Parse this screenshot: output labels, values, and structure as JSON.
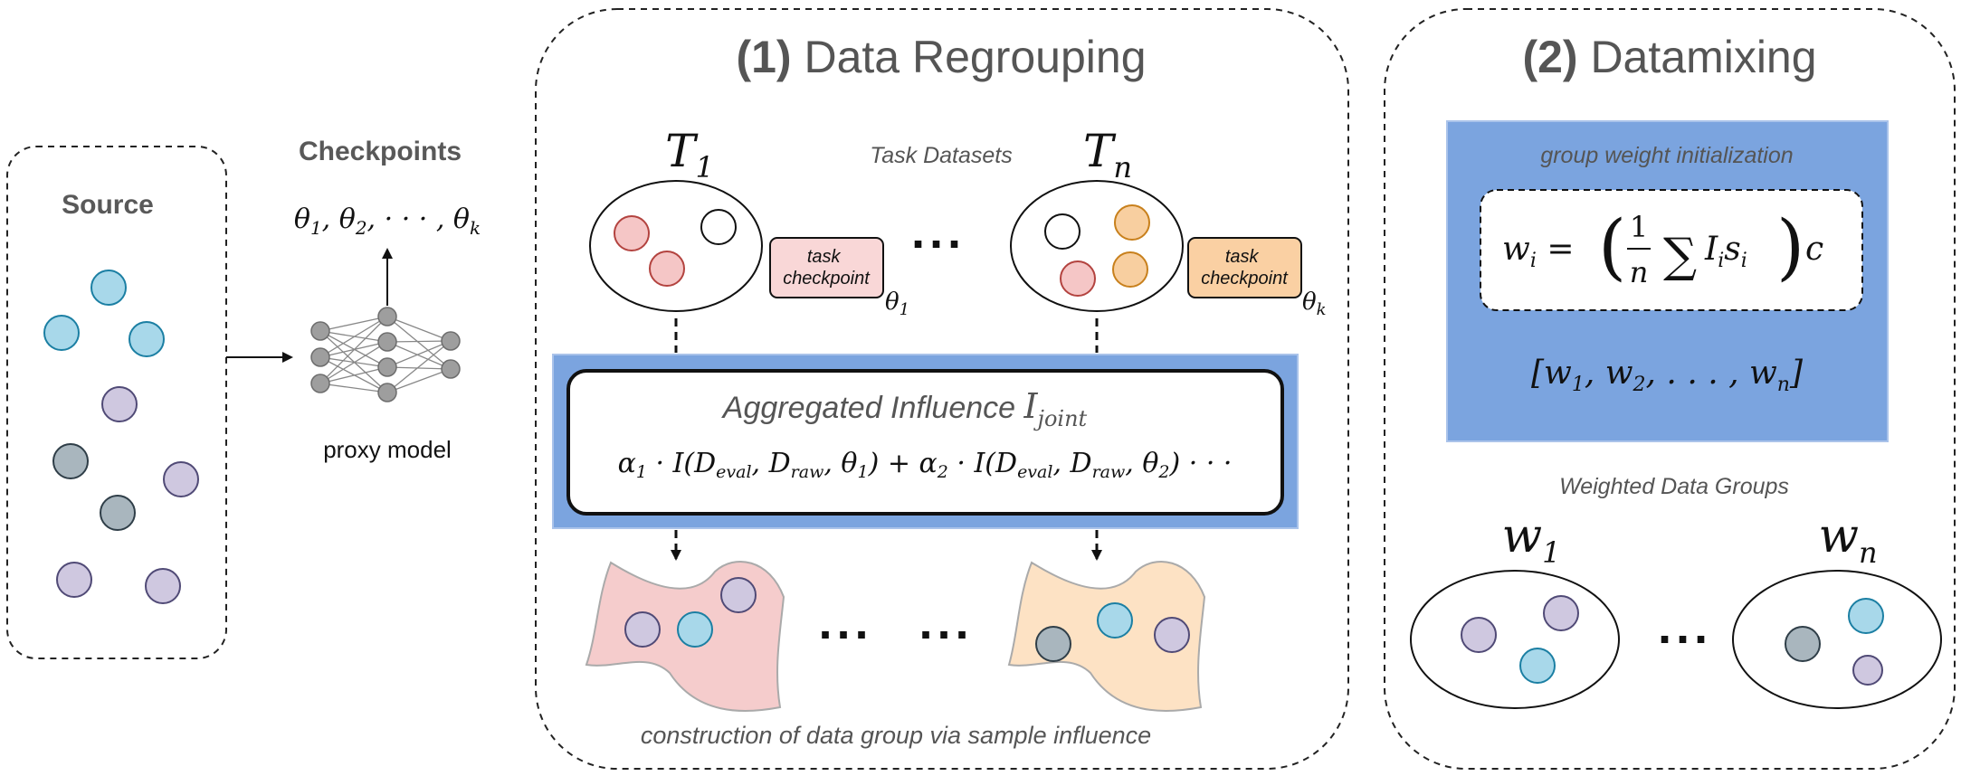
{
  "source": {
    "label": "Source",
    "points_colors": [
      "blue",
      "blue",
      "blue",
      "purple",
      "gray",
      "purple",
      "gray",
      "purple",
      "purple"
    ]
  },
  "checkpoints": {
    "label": "Checkpoints",
    "thetas_prefix": "θ",
    "thetas_items": [
      "θ1",
      "θ2",
      "θk"
    ],
    "proxy_label": "proxy model"
  },
  "regrouping": {
    "number": "(1)",
    "title": "Data Regrouping",
    "task_datasets_label": "Task Datasets",
    "task_first": {
      "symbol": "T",
      "subscript": "1",
      "checkpoint_label_line1": "task",
      "checkpoint_label_line2": "checkpoint",
      "theta": "θ",
      "theta_sub": "1"
    },
    "task_last": {
      "symbol": "T",
      "subscript": "n",
      "checkpoint_label_line1": "task",
      "checkpoint_label_line2": "checkpoint",
      "theta": "θ",
      "theta_sub": "k"
    },
    "ellipsis": "···",
    "aggregated_label": "Aggregated Influence",
    "aggregated_symbol": "I",
    "aggregated_sub": "joint",
    "formula": "α₁ · I(Deval, Draw, θ₁) + α₂ · I(Deval, Draw, θ₂) ···",
    "groups_ellipsis": "···   ···",
    "caption": "construction of data group via sample influence"
  },
  "datamixing": {
    "number": "(2)",
    "title": "Datamixing",
    "init_label": "group weight initialization",
    "weights_vector": "[w1, w2, . . . , wn]",
    "weighted_groups_label": "Weighted Data Groups",
    "w_first": {
      "symbol": "w",
      "subscript": "1"
    },
    "w_last": {
      "symbol": "w",
      "subscript": "n"
    },
    "ellipsis": "···"
  },
  "colors": {
    "blue_fill": "#a8d8ea",
    "blue_stroke": "#1b7fa3",
    "purple_fill": "#cfc8e0",
    "purple_stroke": "#504a76",
    "gray_fill": "#a9b6be",
    "gray_stroke": "#2f3e48",
    "pink_fill": "#f5c6c6",
    "pink_stroke": "#b3433f",
    "orange_fill": "#f8cfa0",
    "orange_stroke": "#c8801c",
    "panel_blue": "#7ba4df",
    "group_pink": "#f5cccc",
    "group_peach": "#fde2c4"
  }
}
